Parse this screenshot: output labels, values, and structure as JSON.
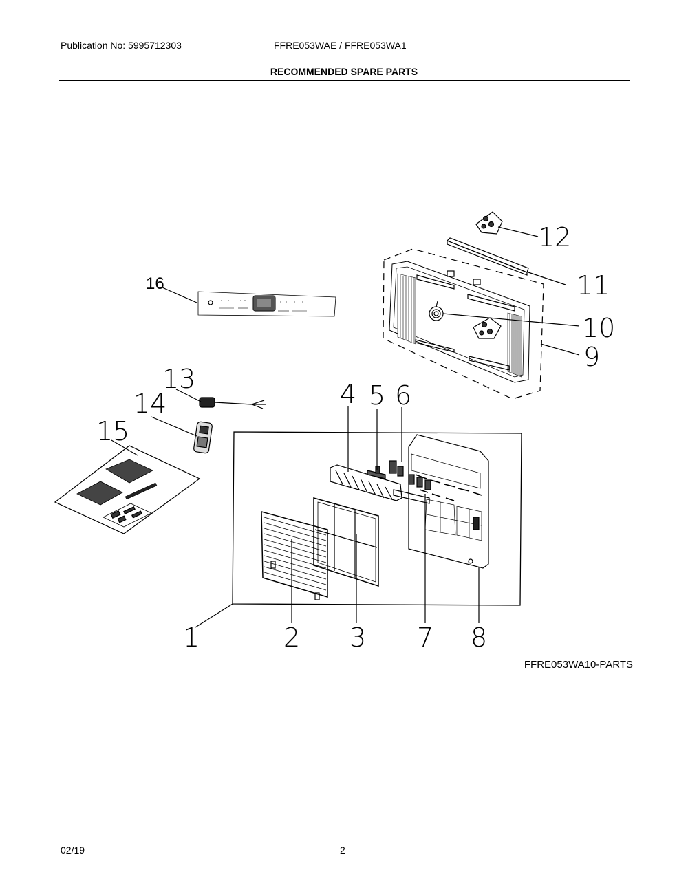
{
  "header": {
    "publication": "Publication No: 5995712303",
    "models": "FFRE053WAE / FFRE053WA1",
    "title": "RECOMMENDED SPARE PARTS"
  },
  "diagram": {
    "callouts": [
      "1",
      "2",
      "3",
      "4",
      "5",
      "6",
      "7",
      "8",
      "9",
      "10",
      "11",
      "12",
      "13",
      "14",
      "15",
      "16"
    ],
    "reference": "FFRE053WA10-PARTS"
  },
  "footer": {
    "date": "02/19",
    "page": "2"
  }
}
